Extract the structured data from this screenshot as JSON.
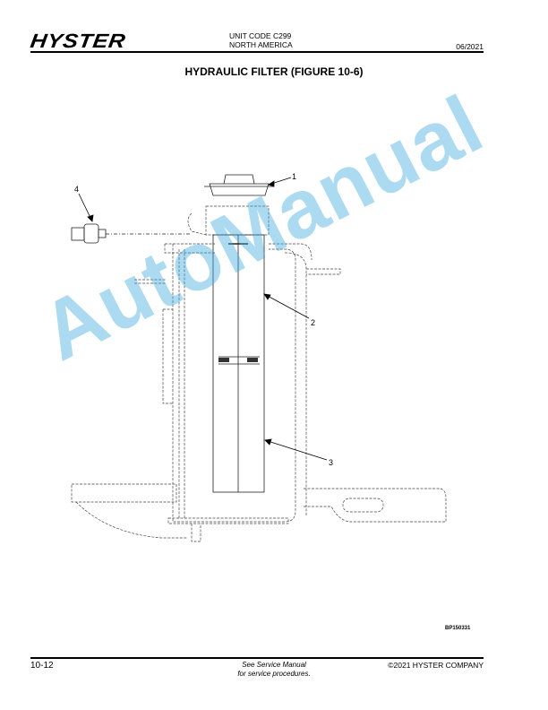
{
  "header": {
    "logo": "HYSTER",
    "unit_code": "UNIT CODE C299",
    "region": "NORTH AMERICA",
    "date": "06/2021"
  },
  "title": "HYDRAULIC FILTER (FIGURE 10-6)",
  "figure": {
    "callouts": [
      "1",
      "2",
      "3",
      "4"
    ],
    "figure_id": "BP150331"
  },
  "watermark": "AutoManual",
  "footer": {
    "page_number": "10-12",
    "note_line1": "See Service Manual",
    "note_line2": "for service procedures.",
    "copyright": "©2021 HYSTER COMPANY"
  },
  "colors": {
    "watermark": "#3aa9de",
    "line": "#000000"
  }
}
